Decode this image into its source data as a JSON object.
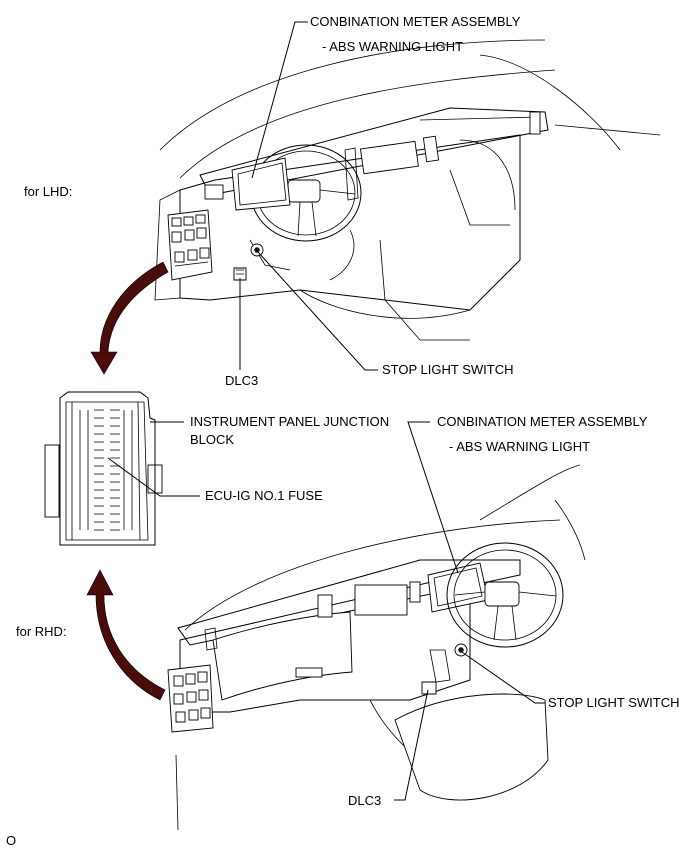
{
  "labels": {
    "meter_top": "CONBINATION METER ASSEMBLY",
    "abs_top": "- ABS WARNING LIGHT",
    "for_lhd": "for LHD:",
    "dlc3_top": "DLC3",
    "stop_top": "STOP LIGHT SWITCH",
    "junction_line1": "INSTRUMENT PANEL JUNCTION",
    "junction_line2": "BLOCK",
    "ecu_fuse": "ECU-IG NO.1 FUSE",
    "meter_bottom": "CONBINATION METER ASSEMBLY",
    "abs_bottom": "- ABS WARNING LIGHT",
    "for_rhd": "for RHD:",
    "stop_bottom": "STOP LIGHT SWITCH",
    "dlc3_bottom": "DLC3",
    "footer_code": "O"
  },
  "colors": {
    "arrow": "#4a0b0b",
    "ink": "#000000"
  }
}
